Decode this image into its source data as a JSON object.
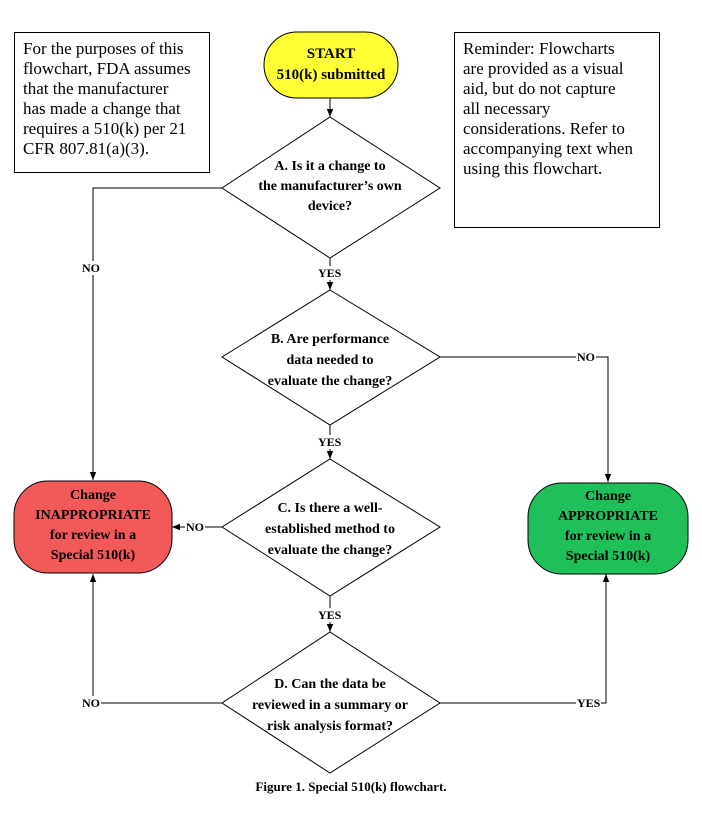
{
  "notes": {
    "assumption": [
      "For the purposes of this",
      "flowchart, FDA assumes",
      "that the manufacturer",
      "has made a change that",
      "requires a 510(k) per 21",
      "CFR 807.81(a)(3)."
    ],
    "reminder": [
      "Reminder: Flowcharts",
      "are provided as a visual",
      "aid, but do not capture",
      "all necessary",
      "considerations. Refer to",
      "accompanying text when",
      "using this flowchart."
    ]
  },
  "nodes": {
    "start": {
      "lines": [
        "START",
        "510(k) submitted"
      ],
      "fill": "#ffff33"
    },
    "question_a": {
      "lines": [
        "A. Is it a change to",
        "the manufacturer’s own",
        "device?"
      ]
    },
    "question_b": {
      "lines": [
        "B. Are performance",
        "data needed to",
        "evaluate the change?"
      ]
    },
    "question_c": {
      "lines": [
        "C. Is there a well-",
        "established method to",
        "evaluate the change?"
      ]
    },
    "question_d": {
      "lines": [
        "D. Can the data be",
        "reviewed in a summary or",
        "risk analysis format?"
      ]
    },
    "inappropriate": {
      "lines": [
        "Change",
        "INAPPROPRIATE",
        "for review in a",
        "Special 510(k)"
      ],
      "fill": "#f25a5a"
    },
    "appropriate": {
      "lines": [
        "Change",
        "APPROPRIATE",
        "for review in a",
        "Special 510(k)"
      ],
      "fill": "#1fbf5a"
    }
  },
  "edge_labels": {
    "a_no": "NO",
    "a_yes": "YES",
    "b_no": "NO",
    "b_yes": "YES",
    "c_no": "NO",
    "c_yes": "YES",
    "d_no": "NO",
    "d_yes": "YES"
  },
  "caption": "Figure 1. Special 510(k) flowchart."
}
